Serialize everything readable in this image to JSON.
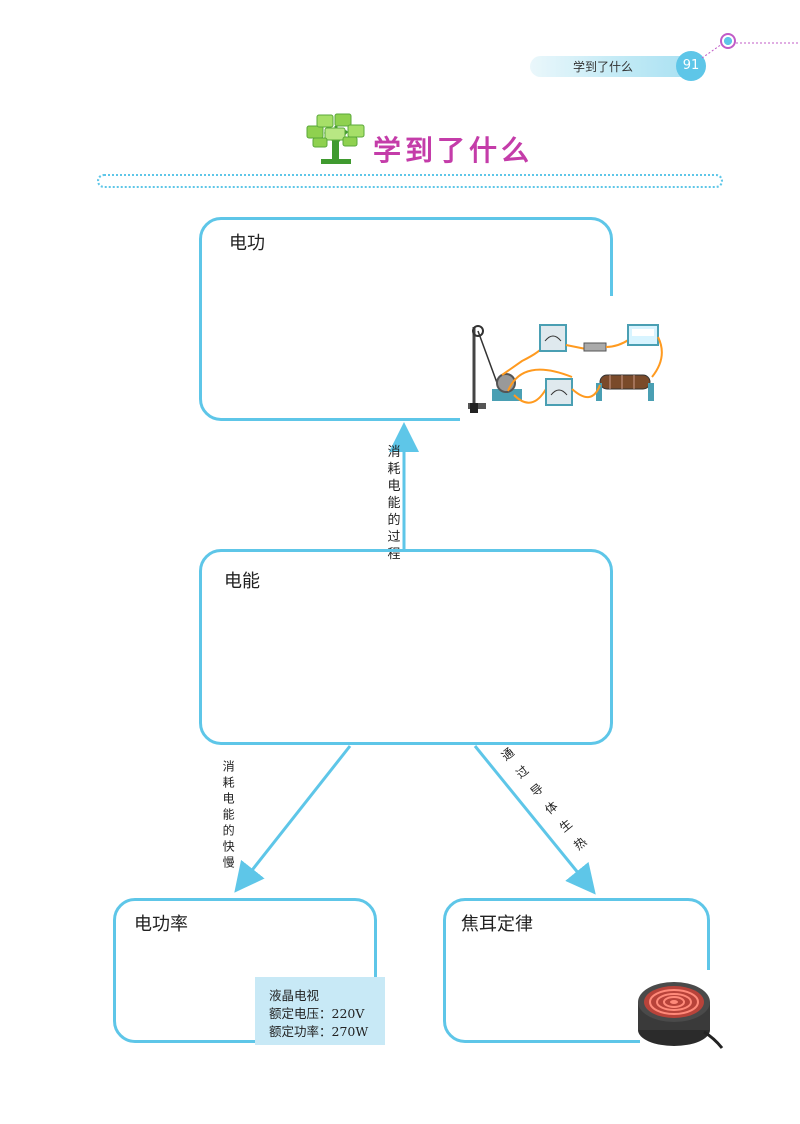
{
  "header": {
    "section_label": "学到了什么",
    "page_number": "91"
  },
  "banner": {
    "title": "学到了什么",
    "icon": "tree-icon"
  },
  "boxes": {
    "top": {
      "title": "电功"
    },
    "middle": {
      "title": "电能"
    },
    "bottom_left": {
      "title": "电功率"
    },
    "bottom_right": {
      "title": "焦耳定律"
    }
  },
  "arrows": {
    "up": "消耗电能的过程",
    "left": "消耗电能的快慢",
    "right": "通过导体生热"
  },
  "tv_card": {
    "line1": "液晶电视",
    "line2": "额定电压：220V",
    "line3": "额定功率：270W"
  },
  "images": {
    "circuit": "circuit-apparatus-illustration",
    "heater": "electric-hotplate-illustration"
  },
  "colors": {
    "accent": "#5ec6e8",
    "title": "#c43ca9",
    "tree_leaves": "#8fd14f",
    "tree_trunk": "#3f9a2f"
  }
}
